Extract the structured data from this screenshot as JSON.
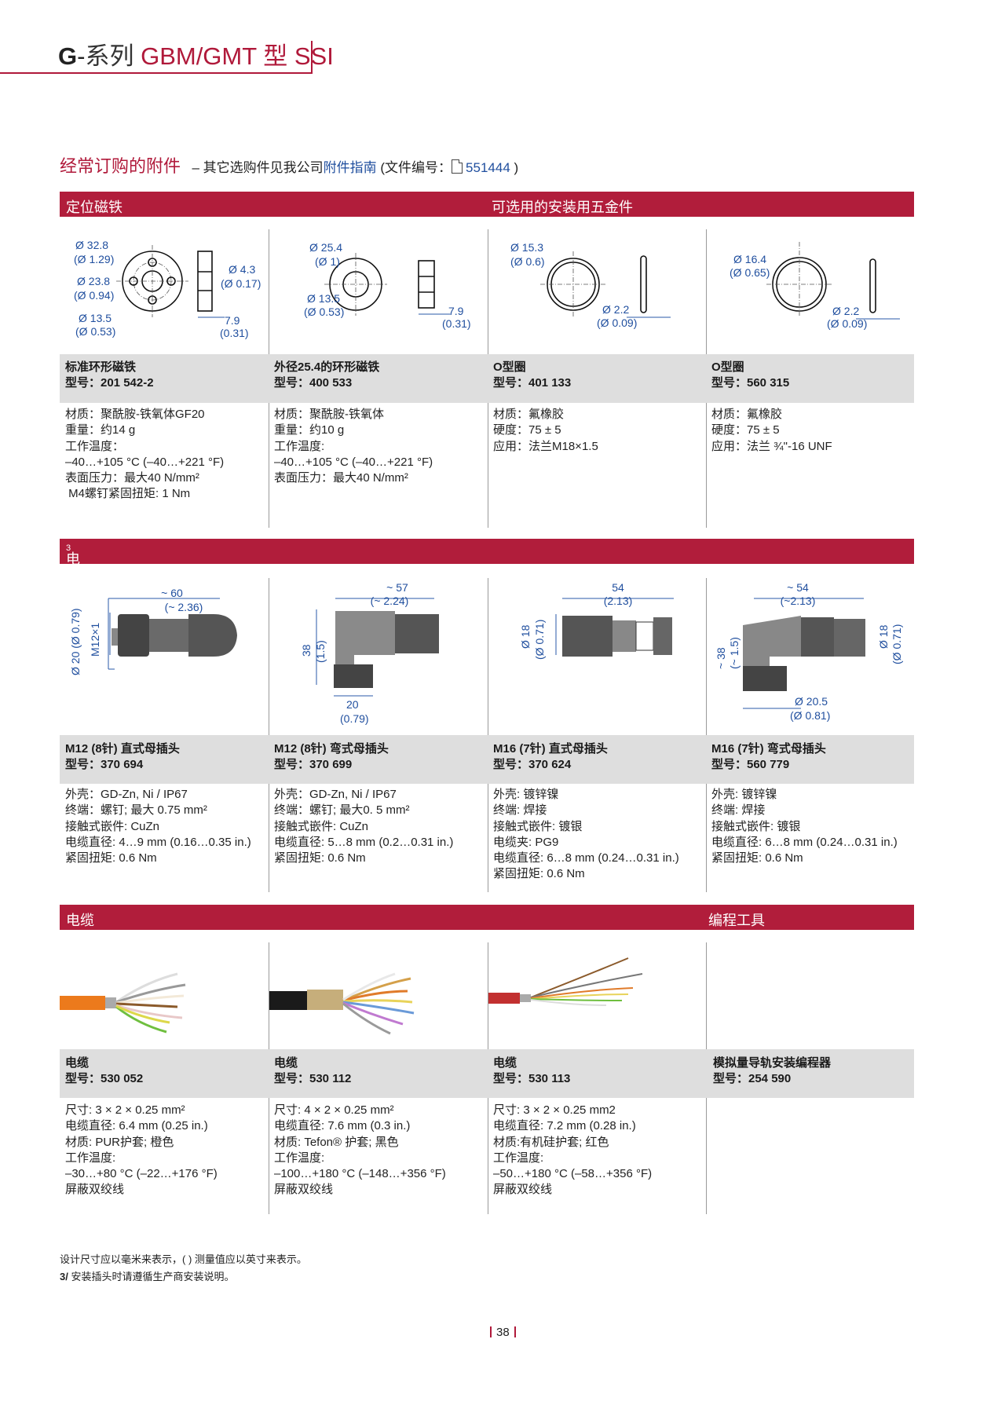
{
  "header": {
    "g": "G",
    "sep": "-",
    "series": "系列",
    "model": "GBM/GMT 型 SSI"
  },
  "section": {
    "title": "经常订购的附件",
    "sub_prefix": "– 其它选购件见我公司",
    "sub_link": "附件指南",
    "sub_mid": " (文件编号：",
    "doc_no": "551444",
    "sub_end": " )"
  },
  "bars": {
    "magnet": "定位磁铁",
    "hardware": "可选用的安装用五金件",
    "plug": "电缆插头",
    "plug_sup": "3",
    "cable": "电缆",
    "prog": "编程工具"
  },
  "row1": [
    {
      "name": "标准环形磁铁",
      "type": "型号：201 542-2",
      "spec": "材质：聚酰胺-铁氧体GF20\n重量：约14 g\n工作温度：\n–40…+105 °C (–40…+221 °F)\n表面压力：最大40 N/mm²\n M4螺钉紧固扭矩: 1 Nm",
      "dims": [
        "Ø 32.8",
        "(Ø 1.29)",
        "Ø 23.8",
        "(Ø 0.94)",
        "Ø 13.5",
        "(Ø 0.53)",
        "Ø 4.3",
        "(Ø 0.17)",
        "7.9",
        "(0.31)"
      ]
    },
    {
      "name": "外径25.4的环形磁铁",
      "type": "型号：400 533",
      "spec": "材质：聚酰胺-铁氧体\n重量：约10 g\n工作温度:\n–40…+105 °C (–40…+221 °F)\n表面压力：最大40 N/mm²",
      "dims": [
        "Ø 25.4",
        "(Ø 1)",
        "Ø 13.5",
        "(Ø 0.53)",
        "7.9",
        "(0.31)"
      ]
    },
    {
      "name": "O型圈",
      "type": "型号：401 133",
      "spec": "材质：氟橡胶\n硬度：75 ± 5\n应用：法兰M18×1.5",
      "dims": [
        "Ø 15.3",
        "(Ø 0.6)",
        "Ø 2.2",
        "(Ø 0.09)"
      ]
    },
    {
      "name": "O型圈",
      "type": "型号：560 315",
      "spec": "材质：氟橡胶\n硬度：75 ± 5\n应用：法兰 ¾\"-16 UNF",
      "dims": [
        "Ø 16.4",
        "(Ø 0.65)",
        "Ø 2.2",
        "(Ø 0.09)"
      ]
    }
  ],
  "row2": [
    {
      "name": "M12 (8针) 直式母插头",
      "type": "型号：370 694",
      "spec": "外壳：GD-Zn, Ni / IP67\n终端：螺钉; 最大 0.75 mm²\n接触式嵌件: CuZn\n电缆直径: 4…9 mm (0.16…0.35 in.)\n紧固扭矩: 0.6 Nm",
      "dims": [
        "~ 60",
        "(~ 2.36)",
        "Ø 20 (Ø 0.79)",
        "M12×1"
      ]
    },
    {
      "name": "M12 (8针) 弯式母插头",
      "type": "型号：370 699",
      "spec": "外壳：GD-Zn, Ni / IP67\n终端：螺钉; 最大0. 5 mm²\n接触式嵌件: CuZn\n电缆直径: 5…8 mm (0.2…0.31 in.)\n紧固扭矩: 0.6 Nm",
      "dims": [
        "~ 57",
        "(~ 2.24)",
        "38",
        "(1.5)",
        "20",
        "(0.79)"
      ]
    },
    {
      "name": "M16 (7针) 直式母插头",
      "type": "型号：370 624",
      "spec": "外壳: 镀锌镍\n终端: 焊接\n接触式嵌件: 镀银\n电缆夹: PG9\n电缆直径: 6…8 mm (0.24…0.31 in.)\n紧固扭矩: 0.6 Nm",
      "dims": [
        "54",
        "(2.13)",
        "Ø 18",
        "(Ø 0.71)"
      ]
    },
    {
      "name": "M16 (7针) 弯式母插头",
      "type": "型号：560 779",
      "spec": "外壳: 镀锌镍\n终端: 焊接\n接触式嵌件: 镀银\n电缆直径: 6…8 mm (0.24…0.31 in.)\n紧固扭矩: 0.6 Nm",
      "dims": [
        "~ 54",
        "(~2.13)",
        "~ 38",
        "(~ 1.5)",
        "Ø 18",
        "(Ø 0.71)",
        "Ø 20.5",
        "(Ø 0.81)"
      ]
    }
  ],
  "row3": [
    {
      "name": "电缆",
      "type": "型号：530 052",
      "spec": "尺寸: 3 × 2 × 0.25 mm²\n电缆直径: 6.4 mm (0.25 in.)\n材质: PUR护套; 橙色\n工作温度:\n–30…+80 °C (–22…+176 °F)\n屏蔽双绞线"
    },
    {
      "name": "电缆",
      "type": "型号：530 112",
      "spec": "尺寸: 4 × 2 × 0.25 mm²\n电缆直径: 7.6 mm (0.3 in.)\n材质: Tefon® 护套; 黑色\n工作温度:\n–100…+180 °C (–148…+356 °F)\n屏蔽双绞线"
    },
    {
      "name": "电缆",
      "type": "型号：530 113",
      "spec": "尺寸: 3 × 2 × 0.25 mm2\n电缆直径: 7.2 mm (0.28 in.)\n材质:有机硅护套; 红色\n工作温度:\n–50…+180 °C (–58…+356 °F)\n屏蔽双绞线"
    },
    {
      "name": "模拟量导轨安装编程器",
      "type": "型号：254 590",
      "spec": ""
    }
  ],
  "notes": {
    "line1": "设计尺寸应以毫米来表示，( ) 测量值应以英寸来表示。",
    "line2_bold": "3/",
    "line2": " 安装插头时请遵循生产商安装说明。"
  },
  "page_number": "38",
  "colors": {
    "accent": "#b11d3b",
    "dimension": "#1f4e9e",
    "grey": "#dedede"
  }
}
